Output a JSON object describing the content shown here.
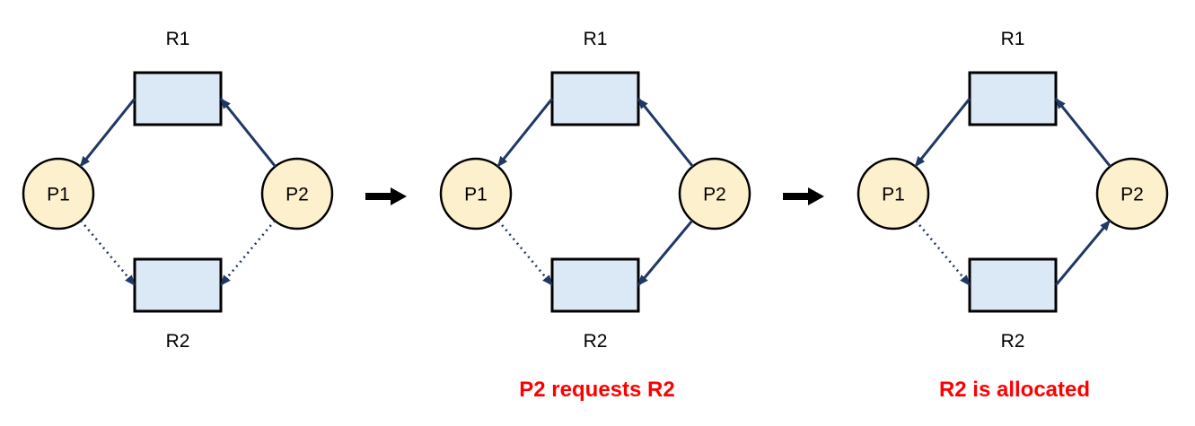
{
  "diagram_title": "resource-allocation deadlock sequence",
  "colors": {
    "background": "#ffffff",
    "process_fill": "#fdf0cd",
    "resource_fill": "#dbe8f6",
    "node_border": "#000000",
    "edge": "#1f3864",
    "caption": "#ff0000",
    "step_arrow": "#000000",
    "label_text": "#000000"
  },
  "nodes": [
    {
      "id": "P1",
      "label": "P1",
      "type": "process"
    },
    {
      "id": "P2",
      "label": "P2",
      "type": "process"
    },
    {
      "id": "R1",
      "label": "R1",
      "type": "resource"
    },
    {
      "id": "R2",
      "label": "R2",
      "type": "resource"
    }
  ],
  "panels": [
    {
      "name": "initial-state",
      "caption": "",
      "edges": [
        {
          "from": "R1",
          "to": "P1",
          "style": "solid"
        },
        {
          "from": "P2",
          "to": "R1",
          "style": "solid"
        },
        {
          "from": "P1",
          "to": "R2",
          "style": "dotted"
        },
        {
          "from": "P2",
          "to": "R2",
          "style": "dotted"
        }
      ]
    },
    {
      "name": "p2-requests-r2",
      "caption": "P2 requests R2",
      "edges": [
        {
          "from": "R1",
          "to": "P1",
          "style": "solid"
        },
        {
          "from": "P2",
          "to": "R1",
          "style": "solid"
        },
        {
          "from": "P1",
          "to": "R2",
          "style": "dotted"
        },
        {
          "from": "P2",
          "to": "R2",
          "style": "solid"
        }
      ]
    },
    {
      "name": "r2-is-allocated",
      "caption": "R2 is allocated",
      "edges": [
        {
          "from": "R1",
          "to": "P1",
          "style": "solid"
        },
        {
          "from": "P2",
          "to": "R1",
          "style": "solid"
        },
        {
          "from": "P1",
          "to": "R2",
          "style": "dotted"
        },
        {
          "from": "R2",
          "to": "P2",
          "style": "solid"
        }
      ]
    }
  ]
}
